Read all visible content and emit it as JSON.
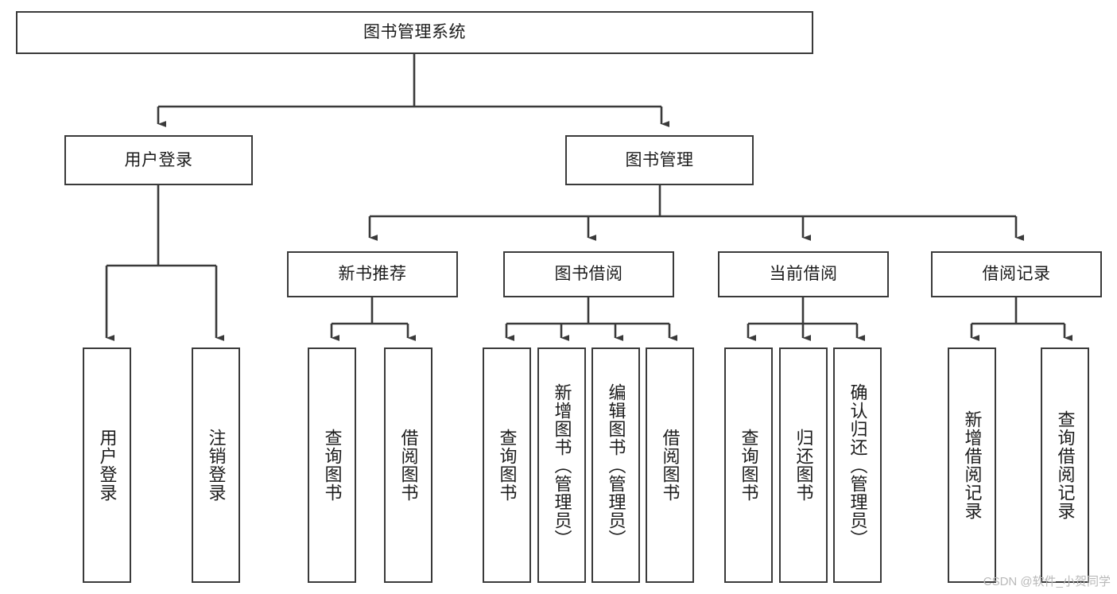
{
  "diagram": {
    "title": "图书管理系统",
    "type": "tree-hierarchy",
    "watermark": "CSDN @软件_小贺同学",
    "colors": {
      "border": "#3a3a3a",
      "background": "#ffffff",
      "text": "#1c1c1c",
      "edge": "#3a3a3a",
      "watermark": "#b9b9b9"
    }
  },
  "nodes": {
    "root": {
      "label": "图书管理系统",
      "level": 0
    },
    "branches": [
      {
        "id": "user-login",
        "label": "用户登录",
        "level": 1
      },
      {
        "id": "book-manage",
        "label": "图书管理",
        "level": 1
      }
    ],
    "subbranches": [
      {
        "id": "new-book-recommend",
        "label": "新书推荐",
        "level": 2,
        "parent": "book-manage"
      },
      {
        "id": "book-borrow",
        "label": "图书借阅",
        "level": 2,
        "parent": "book-manage"
      },
      {
        "id": "current-borrow",
        "label": "当前借阅",
        "level": 2,
        "parent": "book-manage"
      },
      {
        "id": "borrow-record",
        "label": "借阅记录",
        "level": 2,
        "parent": "book-manage"
      }
    ],
    "leaves": [
      {
        "id": "leaf-user-login",
        "label": "用户登录",
        "parent": "user-login"
      },
      {
        "id": "leaf-logout-login",
        "label": "注销登录",
        "parent": "user-login"
      },
      {
        "id": "leaf-query-book-1",
        "label": "查询图书",
        "parent": "new-book-recommend"
      },
      {
        "id": "leaf-borrow-book-1",
        "label": "借阅图书",
        "parent": "new-book-recommend"
      },
      {
        "id": "leaf-query-book-2",
        "label": "查询图书",
        "parent": "book-borrow"
      },
      {
        "id": "leaf-add-book",
        "label": "新增图书（管理员）",
        "parent": "book-borrow"
      },
      {
        "id": "leaf-edit-book",
        "label": "编辑图书（管理员）",
        "parent": "book-borrow"
      },
      {
        "id": "leaf-borrow-book-2",
        "label": "借阅图书",
        "parent": "book-borrow"
      },
      {
        "id": "leaf-query-book-3",
        "label": "查询图书",
        "parent": "current-borrow"
      },
      {
        "id": "leaf-return-book",
        "label": "归还图书",
        "parent": "current-borrow"
      },
      {
        "id": "leaf-confirm-return",
        "label": "确认归还（管理员）",
        "parent": "current-borrow"
      },
      {
        "id": "leaf-add-record",
        "label": "新增借阅记录",
        "parent": "borrow-record"
      },
      {
        "id": "leaf-query-record",
        "label": "查询借阅记录",
        "parent": "borrow-record"
      }
    ]
  }
}
